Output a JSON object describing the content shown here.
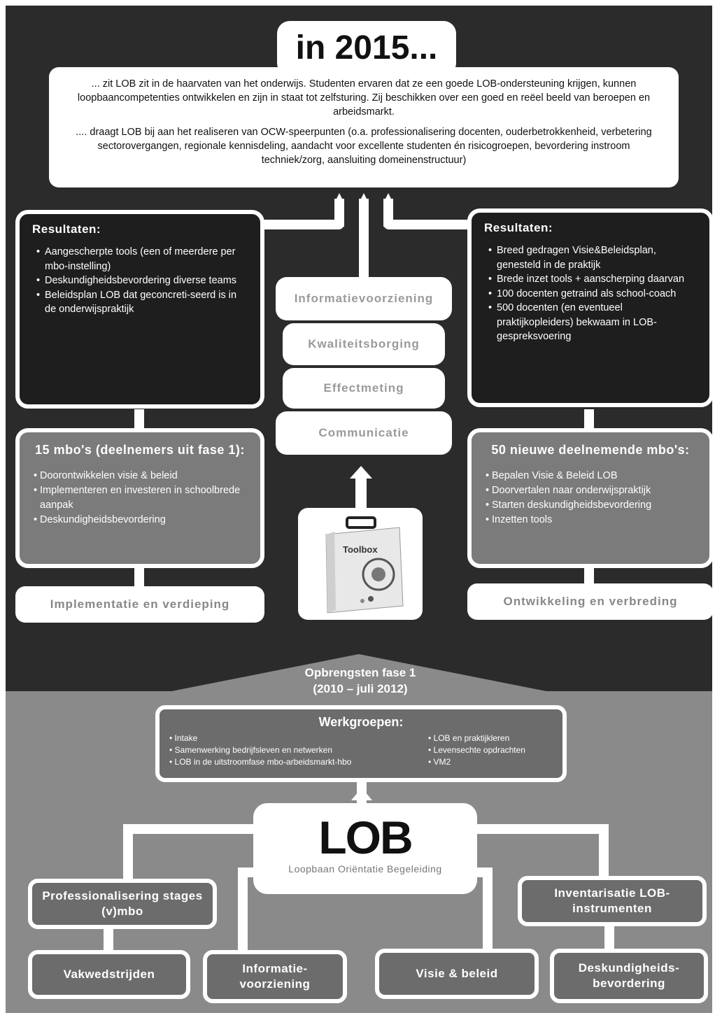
{
  "header": {
    "title": "in 2015...",
    "intro_p1": "... zit LOB zit in de haarvaten van het onderwijs. Studenten ervaren dat ze een goede LOB-ondersteuning krijgen, kunnen loopbaancompetenties ontwikkelen en zijn in staat tot zelfsturing. Zij beschikken over een goed en reëel beeld van beroepen en arbeidsmarkt.",
    "intro_p2": ".... draagt LOB bij aan het realiseren van OCW-speerpunten (o.a. professionalisering docenten, ouderbetrokkenheid, verbetering sectorovergangen, regionale kennisdeling, aandacht voor excellente studenten én risicogroepen, bevordering instroom techniek/zorg, aansluiting domeinenstructuur)"
  },
  "left_results": {
    "title": "Resultaten:",
    "items": [
      "Aangescherpte tools (een of meerdere per mbo-instelling)",
      "Deskundigheidsbevordering diverse teams",
      "Beleidsplan LOB dat geconcreti-seerd is in de onderwijspraktijk"
    ]
  },
  "right_results": {
    "title": "Resultaten:",
    "items": [
      "Breed gedragen Visie&Beleidsplan, genesteld in de praktijk",
      "Brede inzet tools + aanscherping daarvan",
      "100 docenten getraind als school-coach",
      "500 docenten (en eventueel praktijkopleiders) bekwaam in LOB-gespreksvoering"
    ]
  },
  "center_stack": [
    "Informatievoorziening",
    "Kwaliteitsborging",
    "Effectmeting",
    "Communicatie"
  ],
  "left_participants": {
    "title": "15 mbo's (deelnemers uit fase 1):",
    "items": [
      "Doorontwikkelen visie & beleid",
      "Implementeren en investeren in schoolbrede aanpak",
      "Deskundigheidsbevordering"
    ]
  },
  "right_participants": {
    "title": "50 nieuwe deelnemende mbo's:",
    "items": [
      "Bepalen Visie & Beleid LOB",
      "Doorvertalen naar onderwijspraktijk",
      "Starten deskundigheidsbevordering",
      "Inzetten tools"
    ]
  },
  "toolbox_label": "Toolbox",
  "left_track": "Implementatie en verdieping",
  "right_track": "Ontwikkeling en verbreding",
  "phase": {
    "line1": "Opbrengsten fase 1",
    "line2": "(2010 – juli 2012)"
  },
  "werkgroepen": {
    "title": "Werkgroepen:",
    "col1": [
      "Intake",
      "Samenwerking bedrijfsleven en netwerken",
      "LOB in de uitstroomfase mbo-arbeidsmarkt-hbo"
    ],
    "col2": [
      "LOB en praktijkleren",
      "Levensechte opdrachten",
      "VM2"
    ]
  },
  "lob": {
    "logo": "LOB",
    "subtitle": "Loopbaan Oriëntatie Begeleiding"
  },
  "bottom": {
    "prof": "Professionalisering stages (v)mbo",
    "invent": "Inventarisatie LOB-instrumenten",
    "vak": "Vakwedstrijden",
    "info": "Informatie-voorziening",
    "visie": "Visie & beleid",
    "desk": "Deskundigheids-bevordering"
  },
  "colors": {
    "dark": "#2b2b2b",
    "gray": "#8a8a8a",
    "card_gray": "#7b7b7b",
    "white": "#ffffff"
  }
}
